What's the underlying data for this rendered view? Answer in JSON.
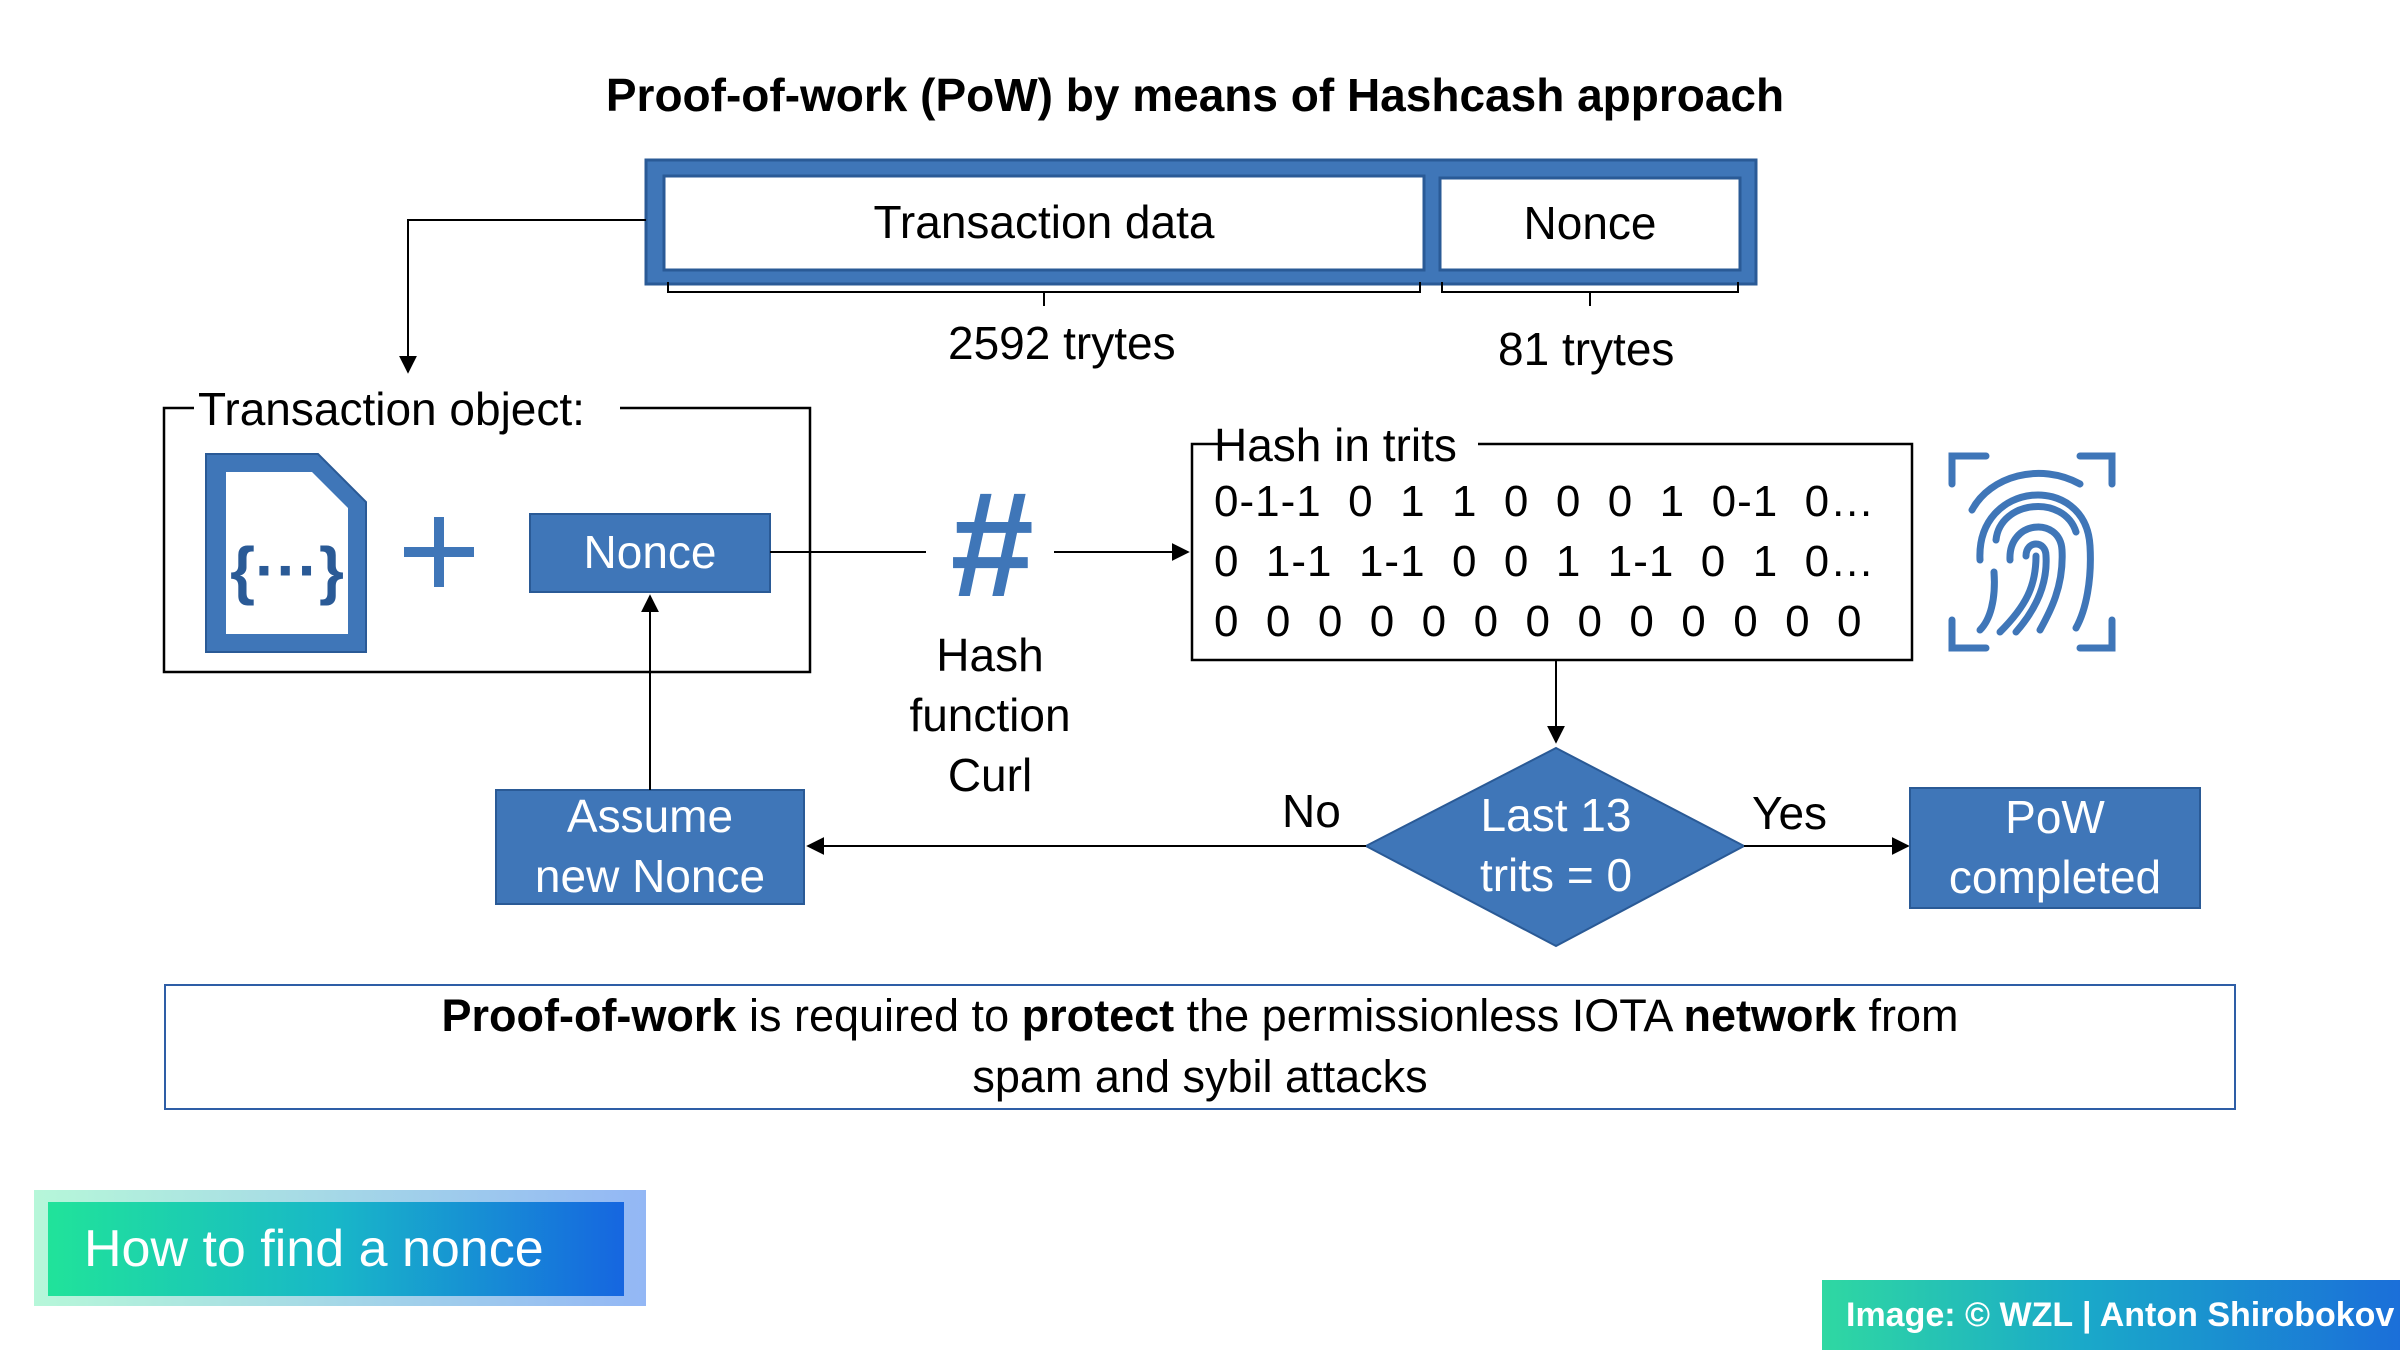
{
  "title": "Proof-of-work (PoW) by means of Hashcash approach",
  "packet": {
    "data_label": "Transaction data",
    "nonce_label": "Nonce",
    "data_size": "2592 trytes",
    "nonce_size": "81 trytes"
  },
  "transaction_object": {
    "label": "Transaction object:",
    "plus": "+",
    "nonce_label": "Nonce",
    "file_icon": "json-file-icon"
  },
  "hash_function": {
    "symbol": "#",
    "line1": "Hash",
    "line2": "function",
    "line3": "Curl"
  },
  "hash_trits": {
    "label": "Hash in trits",
    "rows": [
      "0-1-1  0  1  1  0  0  0  1  0-1  0…",
      "0  1-1  1-1  0  0  1  1-1  0  1  0…",
      "0  0  0  0  0  0  0  0  0  0  0  0  0"
    ],
    "icon": "fingerprint-scan-icon"
  },
  "decision": {
    "line1": "Last 13",
    "line2": "trits = 0",
    "no_label": "No",
    "yes_label": "Yes"
  },
  "assume": {
    "line1": "Assume",
    "line2": "new Nonce"
  },
  "completed": {
    "line1": "PoW",
    "line2": "completed"
  },
  "info": {
    "part1_bold": "Proof-of-work",
    "part2": " is required to ",
    "part3_bold": "protect",
    "part4": " the permissionless IOTA ",
    "part5_bold": "network",
    "part6": " from",
    "line2": "spam and sybil attacks"
  },
  "badge": "How to find a nonce",
  "credit": "Image: © WZL | Anton Shirobokov",
  "colors": {
    "accent": "#3f76b8",
    "accent_dark": "#2a5a96",
    "border": "#2e5ea6"
  }
}
